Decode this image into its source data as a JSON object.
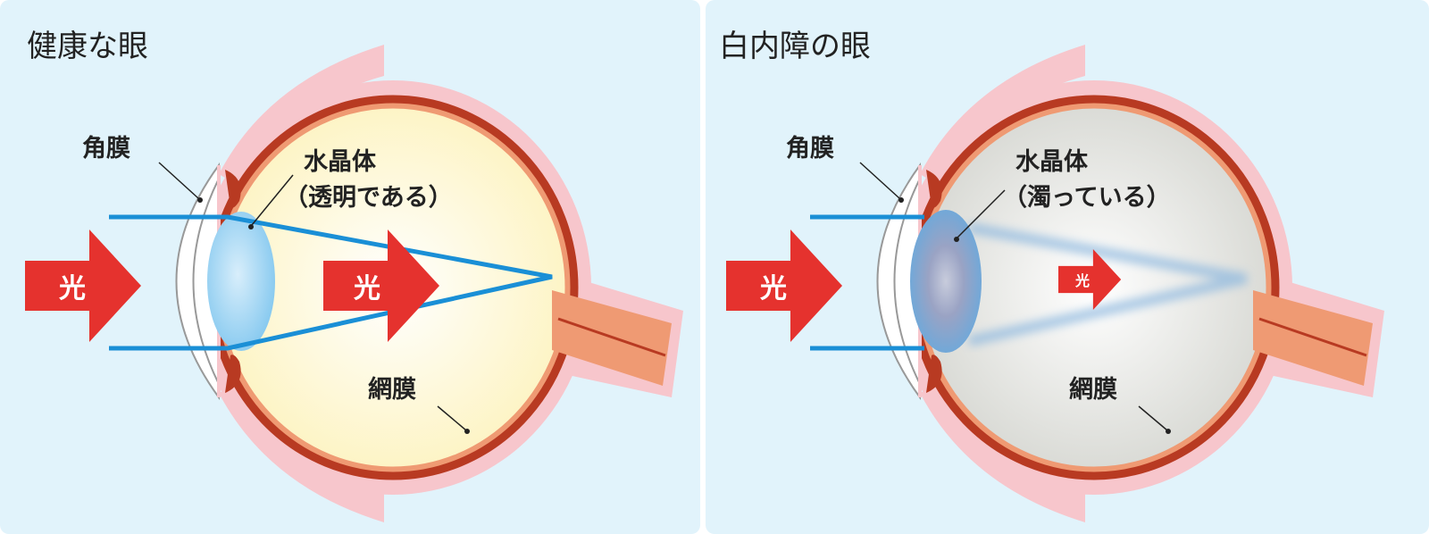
{
  "panels": [
    {
      "title": "健康な眼",
      "cornea_label": "角膜",
      "lens_label": "水晶体",
      "lens_state": "（透明である）",
      "retina_label": "網膜",
      "light_label_outer": "光",
      "light_label_inner": "光"
    },
    {
      "title": "白内障の眼",
      "cornea_label": "角膜",
      "lens_label": "水晶体",
      "lens_state": "（濁っている）",
      "retina_label": "網膜",
      "light_label_outer": "光",
      "light_label_inner": "光"
    }
  ],
  "colors": {
    "background": "#e1f3fb",
    "arrow": "#e5322e",
    "ray": "#1a8fd6",
    "sclera": "#b83a22",
    "choroid": "#ef9a73",
    "sheath": "#f7c6cc"
  }
}
